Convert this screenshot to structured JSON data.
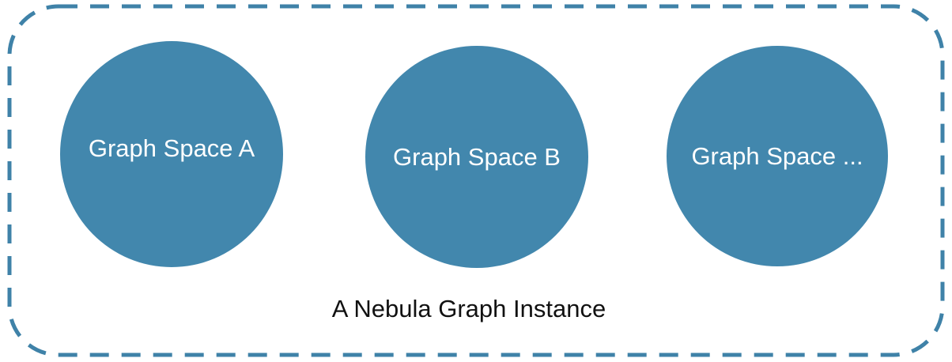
{
  "diagram": {
    "instance": {
      "label": "A Nebula Graph Instance"
    },
    "spaces": [
      {
        "label": "Graph Space A"
      },
      {
        "label": "Graph Space B"
      },
      {
        "label": "Graph Space ..."
      }
    ]
  },
  "colors": {
    "border": "#3f82a8",
    "space_fill": "#4287ad",
    "space_text": "#ffffff",
    "instance_text": "#111111",
    "background": "#ffffff"
  }
}
